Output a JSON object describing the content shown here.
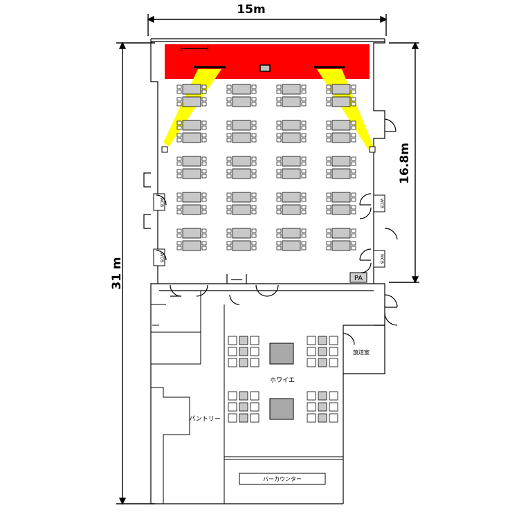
{
  "dimensions": {
    "width_label": "15m",
    "height_label": "31 m",
    "hall_length_label": "16.8m"
  },
  "rooms": {
    "foyer": "ホワイエ",
    "pantry": "パントリー",
    "bar_counter": "バーカウンター",
    "broadcast_room": "放送室",
    "pa": "PA"
  },
  "room_markers": {
    "wc": "WCB"
  },
  "colors": {
    "stage": "#ff0000",
    "projector_beam": "#ffff00",
    "wall": "#000000",
    "table": "#c8c8c8",
    "foyer_table": "#a9a9a9"
  },
  "seating": {
    "hall_table_rows": 5,
    "hall_table_columns": 4,
    "foyer_table_groups": 4
  }
}
